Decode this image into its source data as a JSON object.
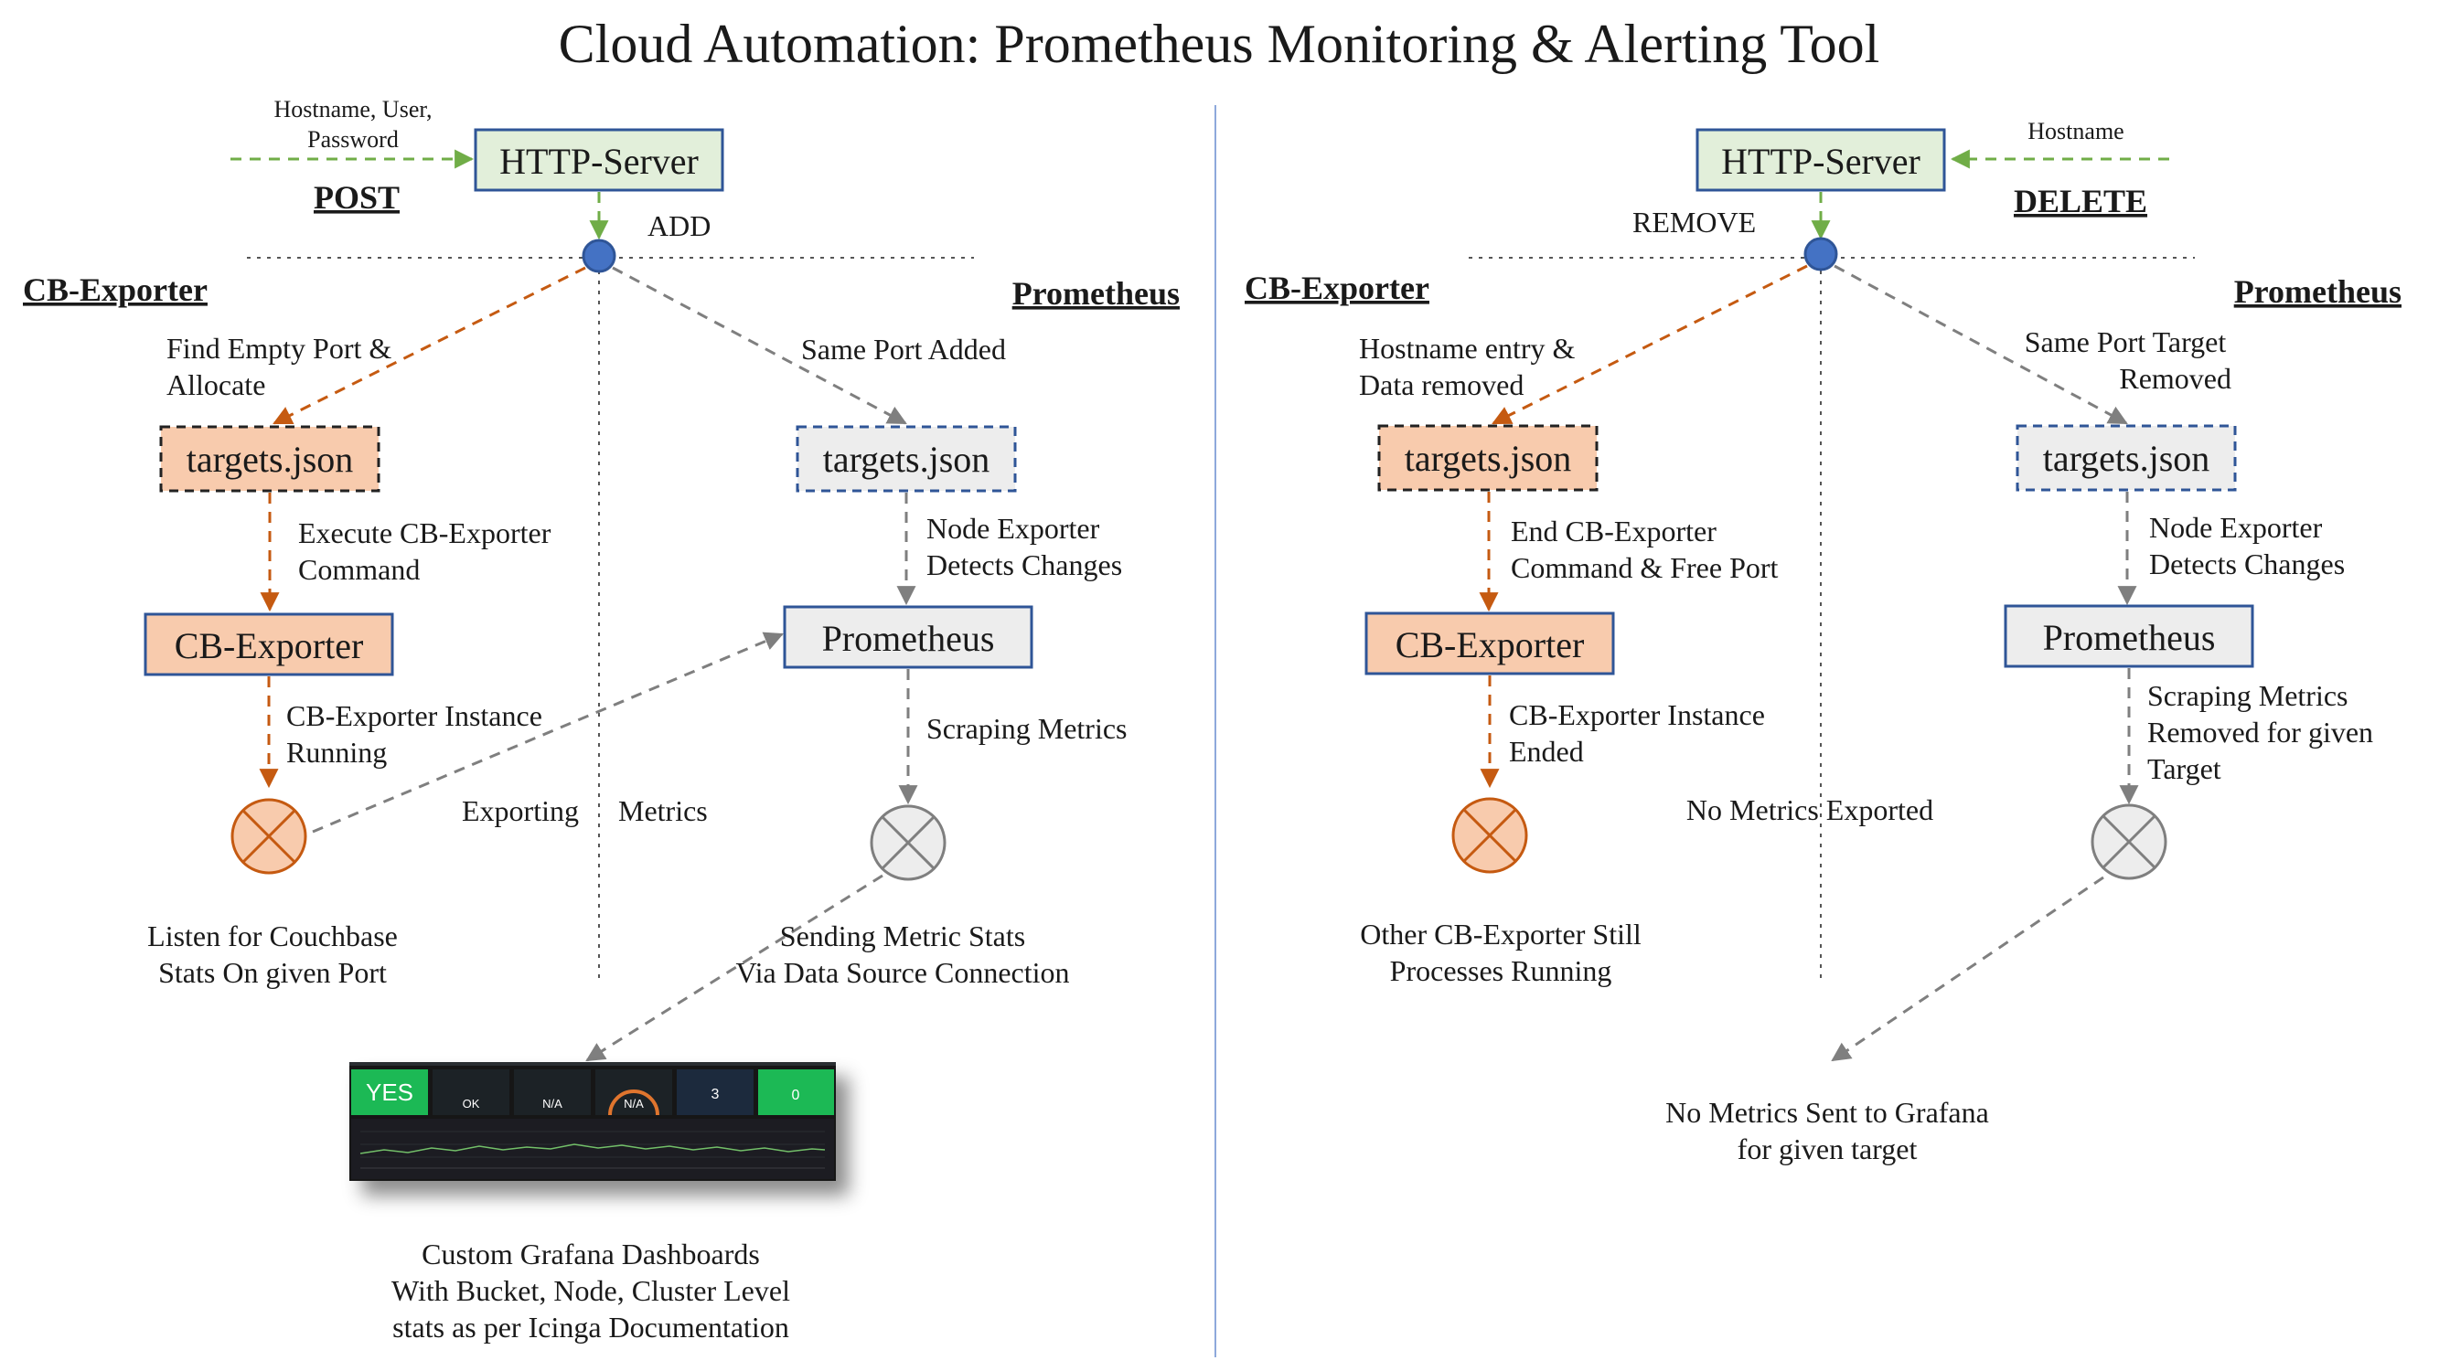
{
  "title": "Cloud Automation: Prometheus Monitoring & Alerting Tool",
  "colors": {
    "http_fill": "#e2efda",
    "http_stroke": "#2f5597",
    "exporter_fill": "#f8cbad",
    "exporter_stroke": "#c55a11",
    "prom_fill": "#ededed",
    "prom_stroke": "#2f5597",
    "green_arrow": "#70ad47",
    "orange_arrow": "#c55a11",
    "gray_arrow": "#7f7f7f",
    "node_fill": "#4472c4",
    "grafana_green": "#1db954"
  },
  "left": {
    "input_label_line1": "Hostname, User,",
    "input_label_line2": "Password",
    "method": "POST",
    "http_server": "HTTP-Server",
    "action": "ADD",
    "cb_header": "CB-Exporter",
    "prom_header": "Prometheus",
    "find_port_line1": "Find Empty Port &",
    "find_port_line2": "Allocate",
    "same_port_added": "Same Port Added",
    "targets_left": "targets.json",
    "targets_right": "targets.json",
    "execute_line1": "Execute CB-Exporter",
    "execute_line2": "Command",
    "node_exporter_line1": "Node Exporter",
    "node_exporter_line2": "Detects Changes",
    "cb_exporter": "CB-Exporter",
    "prometheus": "Prometheus",
    "instance_line1": "CB-Exporter Instance",
    "instance_line2": "Running",
    "scraping": "Scraping Metrics",
    "exporting": "Exporting",
    "metrics": "Metrics",
    "listen_line1": "Listen for Couchbase",
    "listen_line2": "Stats On given Port",
    "sending_line1": "Sending Metric Stats",
    "sending_line2": "Via Data Source Connection",
    "grafana_line1": "Custom Grafana Dashboards",
    "grafana_line2": "With Bucket, Node, Cluster Level",
    "grafana_line3": "stats as per Icinga Documentation",
    "dashboard": {
      "panel1": "YES",
      "panel2": "OK",
      "panel3": "N/A",
      "panel4": "N/A",
      "panel5": "3",
      "panel6": "0"
    }
  },
  "right": {
    "input_label": "Hostname",
    "method": "DELETE",
    "http_server": "HTTP-Server",
    "action": "REMOVE",
    "cb_header": "CB-Exporter",
    "prom_header": "Prometheus",
    "hostname_removed_line1": "Hostname entry &",
    "hostname_removed_line2": "Data removed",
    "same_port_line1": "Same Port Target",
    "same_port_line2": "Removed",
    "targets_left": "targets.json",
    "targets_right": "targets.json",
    "end_line1": "End CB-Exporter",
    "end_line2": "Command & Free Port",
    "node_exporter_line1": "Node Exporter",
    "node_exporter_line2": "Detects Changes",
    "cb_exporter": "CB-Exporter",
    "prometheus": "Prometheus",
    "instance_line1": "CB-Exporter Instance",
    "instance_line2": "Ended",
    "scraping_line1": "Scraping Metrics",
    "scraping_line2": "Removed for given",
    "scraping_line3": "Target",
    "no_metrics_exported": "No Metrics Exported",
    "other_line1": "Other CB-Exporter Still",
    "other_line2": "Processes Running",
    "no_grafana_line1": "No Metrics Sent to Grafana",
    "no_grafana_line2": "for given target"
  }
}
